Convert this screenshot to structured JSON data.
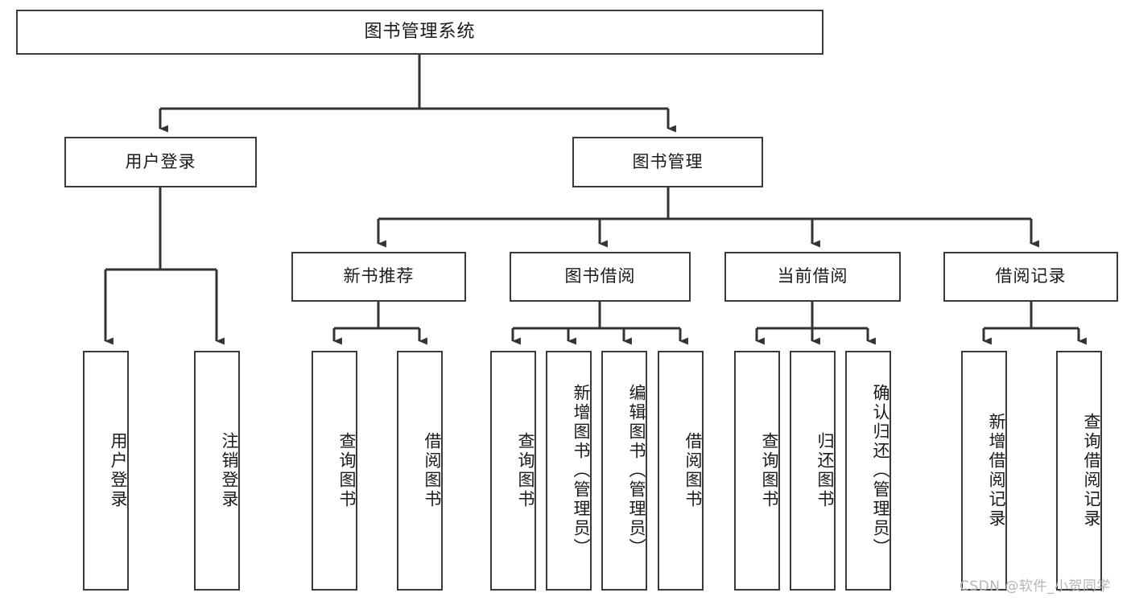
{
  "diagram": {
    "type": "tree",
    "title": "图书管理系统",
    "root": {
      "label": "图书管理系统"
    },
    "level2": [
      {
        "id": "user-login",
        "label": "用户登录"
      },
      {
        "id": "book-management",
        "label": "图书管理"
      }
    ],
    "level3": [
      {
        "id": "new-book-recommend",
        "label": "新书推荐",
        "parent": "book-management"
      },
      {
        "id": "book-borrow",
        "label": "图书借阅",
        "parent": "book-management"
      },
      {
        "id": "current-borrow",
        "label": "当前借阅",
        "parent": "book-management"
      },
      {
        "id": "borrow-record",
        "label": "借阅记录",
        "parent": "book-management"
      }
    ],
    "leaves": [
      {
        "id": "leaf-user-login",
        "label": "用户登录",
        "parent": "user-login"
      },
      {
        "id": "leaf-logout-login",
        "label": "注销登录",
        "parent": "user-login"
      },
      {
        "id": "leaf-query-book-1",
        "label": "查询图书",
        "parent": "new-book-recommend"
      },
      {
        "id": "leaf-borrow-book-1",
        "label": "借阅图书",
        "parent": "new-book-recommend"
      },
      {
        "id": "leaf-query-book-2",
        "label": "查询图书",
        "parent": "book-borrow"
      },
      {
        "id": "leaf-add-book",
        "label": "新增图书（管理员）",
        "parent": "book-borrow"
      },
      {
        "id": "leaf-edit-book",
        "label": "编辑图书（管理员）",
        "parent": "book-borrow"
      },
      {
        "id": "leaf-borrow-book-2",
        "label": "借阅图书",
        "parent": "book-borrow"
      },
      {
        "id": "leaf-query-book-3",
        "label": "查询图书",
        "parent": "current-borrow"
      },
      {
        "id": "leaf-return-book",
        "label": "归还图书",
        "parent": "current-borrow"
      },
      {
        "id": "leaf-confirm-return",
        "label": "确认归还（管理员）",
        "parent": "current-borrow"
      },
      {
        "id": "leaf-add-record",
        "label": "新增借阅记录",
        "parent": "borrow-record"
      },
      {
        "id": "leaf-query-record",
        "label": "查询借阅记录",
        "parent": "borrow-record"
      }
    ],
    "colors": {
      "box_border": "#3a3a3a",
      "box_fill": "#ffffff",
      "connector": "#333333",
      "text": "#1a1a1a",
      "background": "#ffffff",
      "watermark": "#b6b6b6"
    }
  },
  "watermark": {
    "text": "CSDN @软件_小贺同学"
  }
}
